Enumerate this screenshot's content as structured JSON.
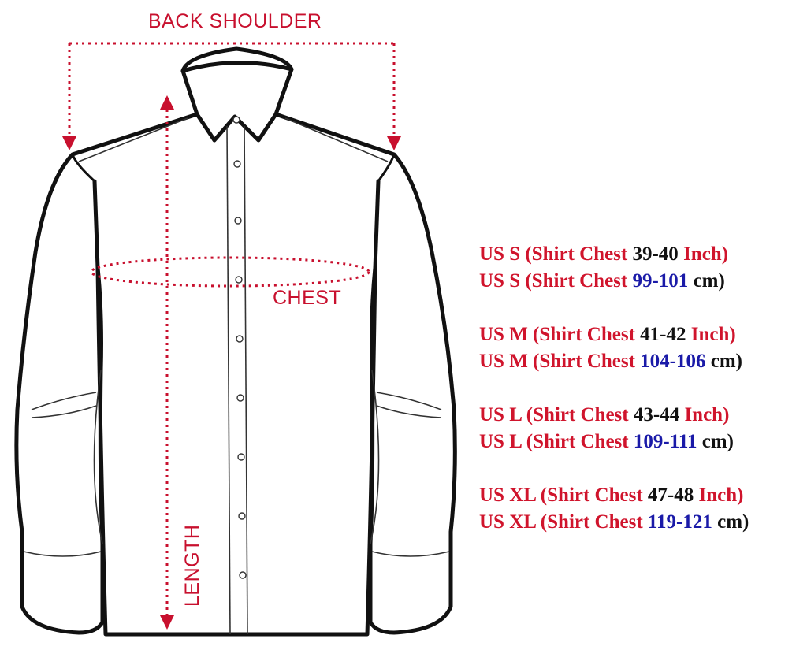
{
  "labels": {
    "back_shoulder": "BACK SHOULDER",
    "chest": "CHEST",
    "length": "LENGTH"
  },
  "sizes": [
    {
      "inch": {
        "prefix": "US S (Shirt Chest",
        "value": "39-40",
        "unit": "Inch)"
      },
      "cm": {
        "prefix": "US S (Shirt Chest",
        "value": "99-101",
        "unit": "cm)"
      }
    },
    {
      "inch": {
        "prefix": "US M (Shirt Chest",
        "value": "41-42",
        "unit": "Inch)"
      },
      "cm": {
        "prefix": "US M (Shirt Chest",
        "value": "104-106",
        "unit": "cm)"
      }
    },
    {
      "inch": {
        "prefix": "US L (Shirt Chest",
        "value": "43-44",
        "unit": "Inch)"
      },
      "cm": {
        "prefix": "US L (Shirt Chest",
        "value": "109-111",
        "unit": "cm)"
      }
    },
    {
      "inch": {
        "prefix": "US XL (Shirt Chest",
        "value": "47-48",
        "unit": "Inch)"
      },
      "cm": {
        "prefix": "US XL (Shirt Chest",
        "value": "119-121",
        "unit": "cm)"
      }
    }
  ],
  "colors": {
    "measure_red": "#c8102e",
    "outline": "#111111",
    "value_blue": "#1a1aa8"
  },
  "icons": [
    "shirt-outline",
    "dotted-arrow"
  ]
}
